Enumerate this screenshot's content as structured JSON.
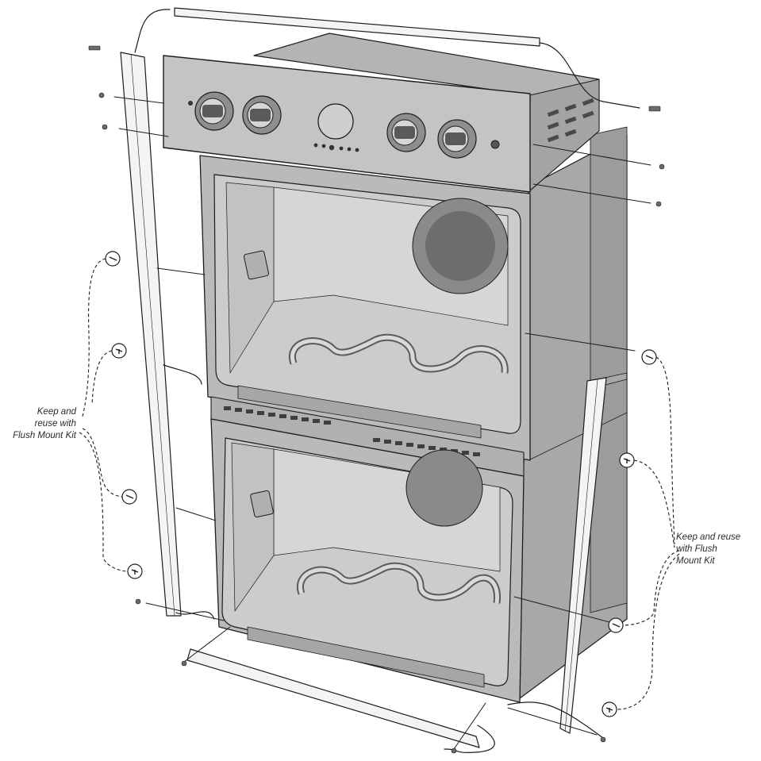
{
  "callouts": {
    "left": {
      "lines": [
        "Keep and",
        "reuse with",
        "Flush Mount Kit"
      ]
    },
    "right": {
      "lines": [
        "Keep and reuse",
        "with Flush",
        "Mount Kit"
      ]
    }
  },
  "colors": {
    "body": "#bdbdbd",
    "body_dark": "#9a9a9a",
    "cavity": "#cdcdcd",
    "trim": "#f3f3f3",
    "line": "#1c1c1c"
  }
}
